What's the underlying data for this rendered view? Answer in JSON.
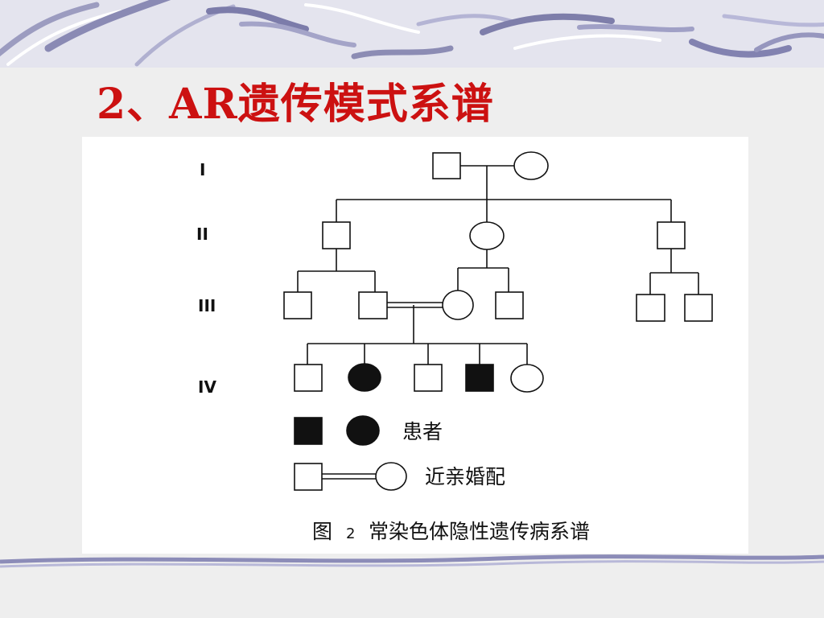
{
  "slide": {
    "title": "2、AR遗传模式系谱",
    "background_color": "#eeeeee",
    "title_color": "#cc1111"
  },
  "figure": {
    "generation_labels": [
      "I",
      "II",
      "III",
      "IV"
    ],
    "legend": {
      "affected_label": "患者",
      "consanguineous_label": "近亲婚配"
    },
    "caption_prefix": "图",
    "caption_number": "2",
    "caption_text": "常染色体隐性遗传病系谱",
    "individuals": [
      {
        "id": "I-1",
        "sex": "male",
        "affected": false
      },
      {
        "id": "I-2",
        "sex": "female",
        "affected": false
      },
      {
        "id": "II-1",
        "sex": "male",
        "affected": false
      },
      {
        "id": "II-2",
        "sex": "female",
        "affected": false
      },
      {
        "id": "II-3",
        "sex": "male",
        "affected": false
      },
      {
        "id": "III-1",
        "sex": "male",
        "affected": false
      },
      {
        "id": "III-2",
        "sex": "male",
        "affected": false
      },
      {
        "id": "III-3",
        "sex": "female",
        "affected": false
      },
      {
        "id": "III-4",
        "sex": "male",
        "affected": false
      },
      {
        "id": "III-5",
        "sex": "male",
        "affected": false
      },
      {
        "id": "III-6",
        "sex": "male",
        "affected": false
      },
      {
        "id": "IV-1",
        "sex": "male",
        "affected": false
      },
      {
        "id": "IV-2",
        "sex": "female",
        "affected": true
      },
      {
        "id": "IV-3",
        "sex": "male",
        "affected": false
      },
      {
        "id": "IV-4",
        "sex": "male",
        "affected": true
      },
      {
        "id": "IV-5",
        "sex": "female",
        "affected": false
      }
    ]
  }
}
